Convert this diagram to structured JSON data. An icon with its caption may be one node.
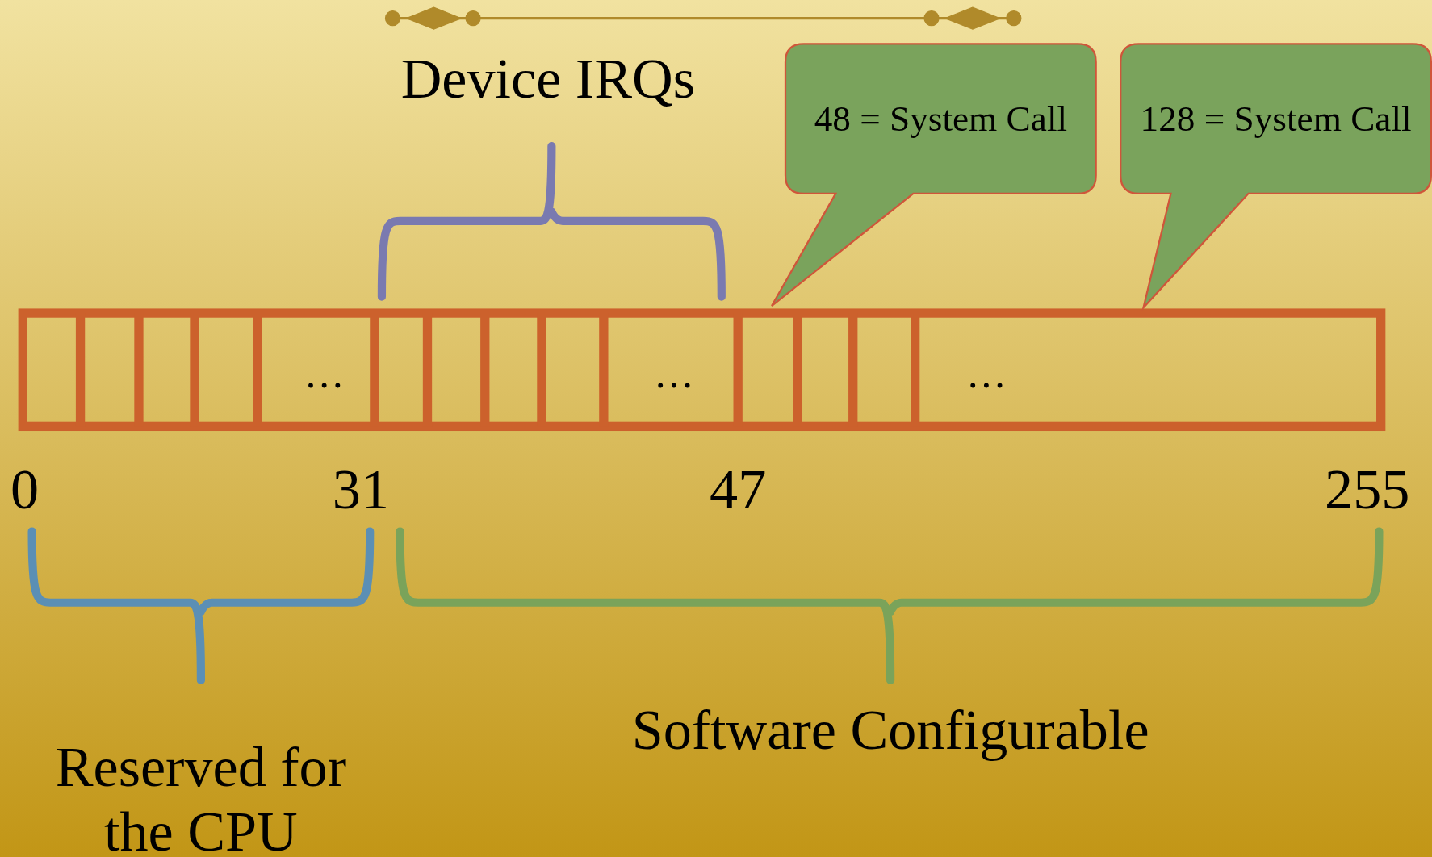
{
  "diagram": {
    "nodes": [
      {
        "text": [
          "48 = System Call"
        ]
      },
      {
        "text": [
          "128 = System Call"
        ]
      }
    ],
    "labels": [
      "Device IRQs",
      "…",
      "…",
      "…",
      "0",
      "31",
      "47",
      "255",
      "Reserved for the CPU",
      "Software Configurable"
    ]
  }
}
